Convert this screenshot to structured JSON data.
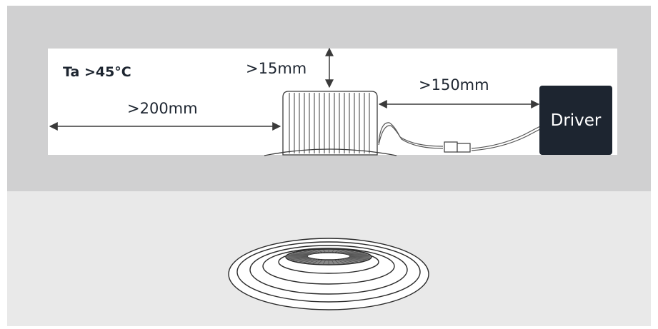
{
  "labels": {
    "ambient_temp": "Ta >45°C",
    "top_clearance": ">15mm",
    "side_clearance": ">200mm",
    "driver_distance": ">150mm",
    "driver": "Driver"
  },
  "colors": {
    "ceiling_void": "#d0d0d1",
    "clearance_box": "#ffffff",
    "room_below": "#e9e9e9",
    "driver_box": "#1d2530",
    "line": "#3a3a3a"
  }
}
